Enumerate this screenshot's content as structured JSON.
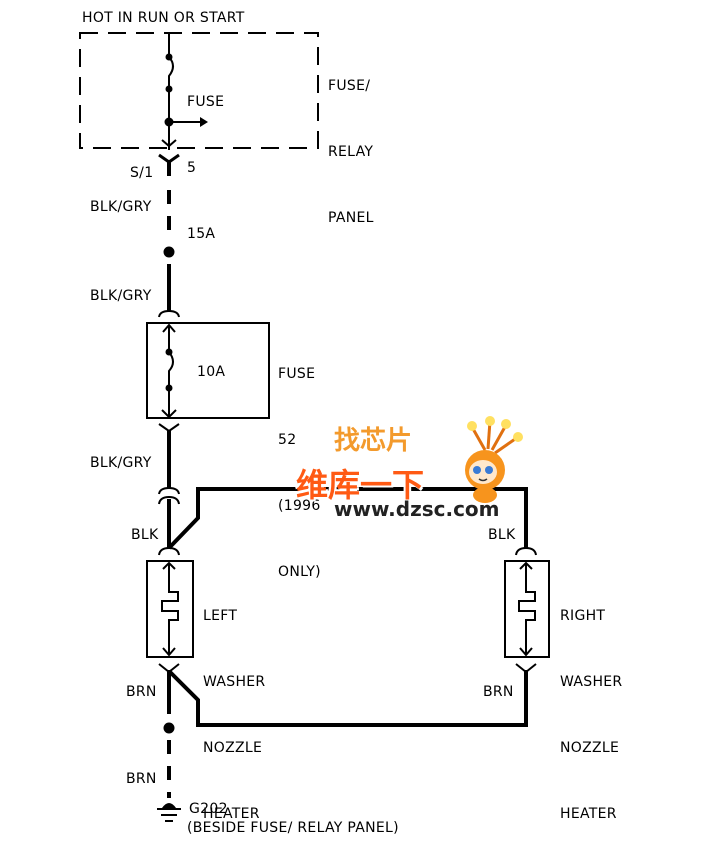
{
  "diagram": {
    "title": "HOT IN RUN OR START",
    "fuse_relay_panel": {
      "label_lines": [
        "FUSE/",
        "RELAY",
        "PANEL"
      ],
      "fuse": {
        "label_lines": [
          "FUSE",
          "5",
          "15A"
        ]
      }
    },
    "connector_s1": "S/1",
    "wires": {
      "w1": "BLK/GRY",
      "w2": "BLK/GRY",
      "w3": "BLK/GRY",
      "left_blk": "BLK",
      "right_blk": "BLK",
      "left_brn": "BRN",
      "right_brn": "BRN",
      "ground_brn": "BRN"
    },
    "fuse52": {
      "rating": "10A",
      "label_lines": [
        "FUSE",
        "52",
        "(1996",
        "ONLY)"
      ]
    },
    "left_heater": {
      "label_lines": [
        "LEFT",
        "WASHER",
        "NOZZLE",
        "HEATER"
      ]
    },
    "right_heater": {
      "label_lines": [
        "RIGHT",
        "WASHER",
        "NOZZLE",
        "HEATER"
      ]
    },
    "ground": {
      "id": "G202",
      "location": "(BESIDE FUSE/ RELAY PANEL)"
    },
    "watermark": {
      "line1": "找芯片",
      "line2": "维库一下",
      "url": "www.dzsc.com"
    }
  }
}
